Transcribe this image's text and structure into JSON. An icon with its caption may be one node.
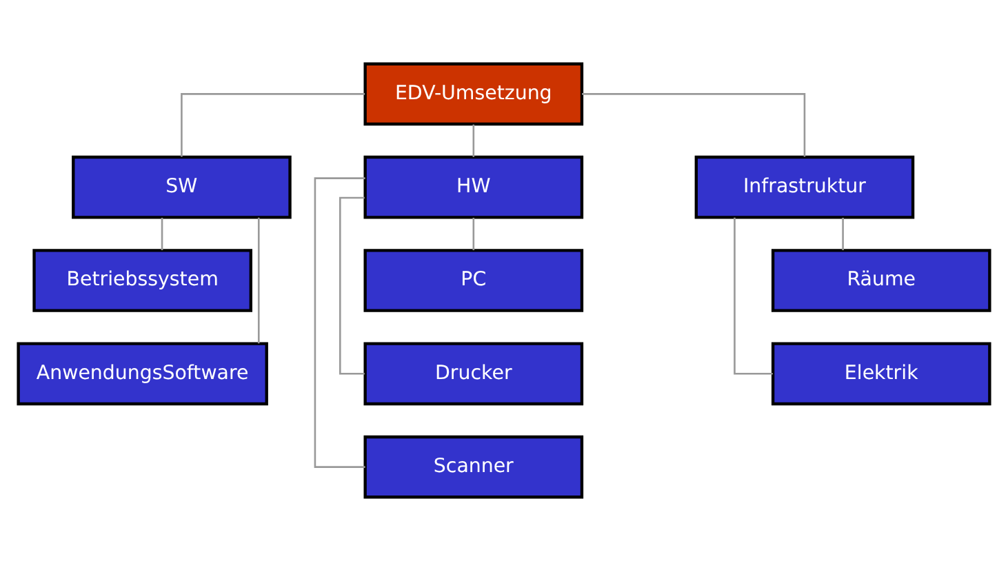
{
  "diagram": {
    "nodes": [
      {
        "text": [
          "EDV-Umsetzung"
        ]
      },
      {
        "text": [
          "SW"
        ]
      },
      {
        "text": [
          "HW"
        ]
      },
      {
        "text": [
          "Infrastruktur"
        ]
      },
      {
        "text": [
          "Betriebssystem"
        ]
      },
      {
        "text": [
          "AnwendungsSoftware"
        ]
      },
      {
        "text": [
          "PC"
        ]
      },
      {
        "text": [
          "Drucker"
        ]
      },
      {
        "text": [
          "Scanner"
        ]
      },
      {
        "text": [
          "Räume"
        ]
      },
      {
        "text": [
          "Elektrik"
        ]
      }
    ],
    "edges": [
      {
        "from": 0,
        "to": 1,
        "arrow": "none"
      },
      {
        "from": 0,
        "to": 2,
        "arrow": "none"
      },
      {
        "from": 0,
        "to": 3,
        "arrow": "none"
      },
      {
        "from": 1,
        "to": 4,
        "arrow": "none"
      },
      {
        "from": 1,
        "to": 5,
        "arrow": "none"
      },
      {
        "from": 2,
        "to": 6,
        "arrow": "none"
      },
      {
        "from": 2,
        "to": 7,
        "arrow": "none"
      },
      {
        "from": 2,
        "to": 8,
        "arrow": "none"
      },
      {
        "from": 3,
        "to": 9,
        "arrow": "none"
      },
      {
        "from": 3,
        "to": 10,
        "arrow": "none"
      }
    ]
  }
}
